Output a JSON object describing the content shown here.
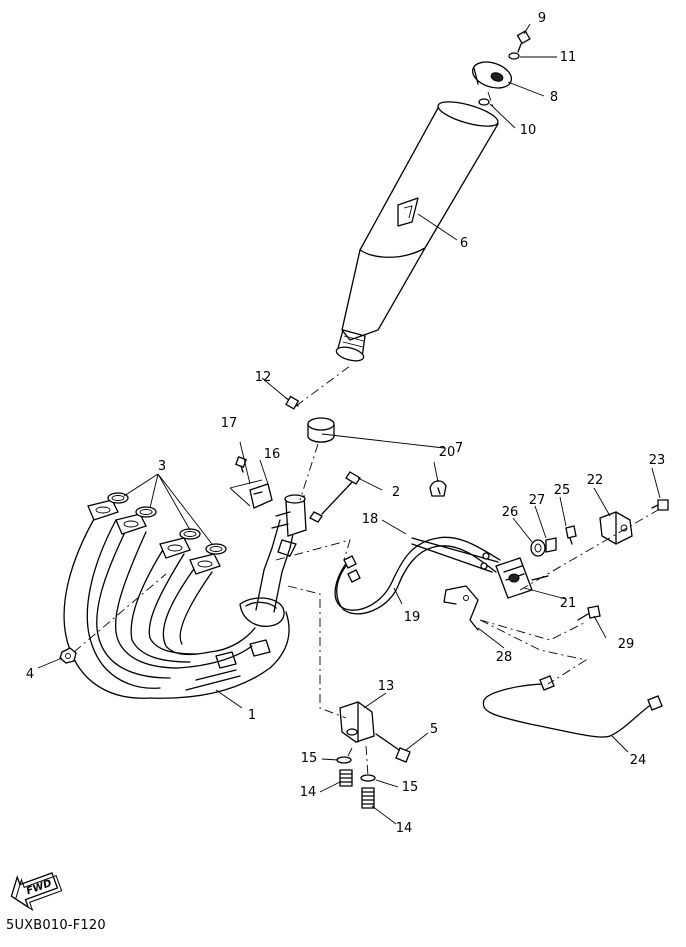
{
  "drawing_code": "5UXB010-F120",
  "fwd_label": "FWD",
  "callouts": {
    "p1": "1",
    "p2": "2",
    "p3": "3",
    "p4": "4",
    "p5": "5",
    "p6": "6",
    "p7": "7",
    "p8": "8",
    "p9": "9",
    "p10": "10",
    "p11": "11",
    "p12": "12",
    "p13": "13",
    "p14a": "14",
    "p14b": "14",
    "p15a": "15",
    "p15b": "15",
    "p16": "16",
    "p17": "17",
    "p18": "18",
    "p19": "19",
    "p20": "20",
    "p21": "21",
    "p22": "22",
    "p23": "23",
    "p24": "24",
    "p25": "25",
    "p26": "26",
    "p27": "27",
    "p28": "28",
    "p29": "29"
  }
}
